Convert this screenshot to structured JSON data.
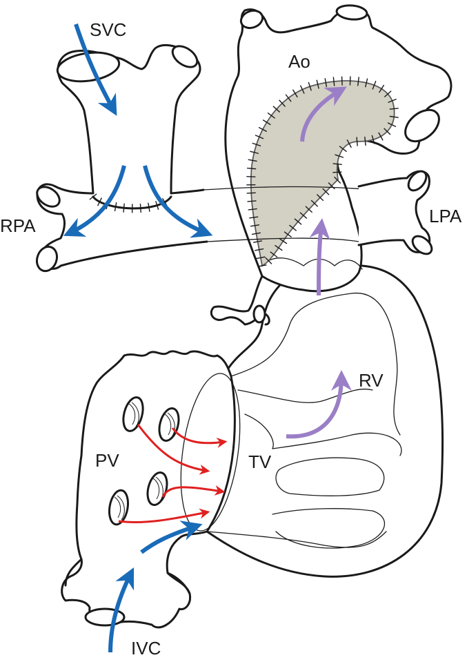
{
  "labels": {
    "svc": "SVC",
    "ao": "Ao",
    "rpa": "RPA",
    "lpa": "LPA",
    "rv": "RV",
    "pv": "PV",
    "tv": "TV",
    "ivc": "IVC"
  },
  "colors": {
    "systemic_venous_flow": "#1a6bb8",
    "pulmonary_venous_flow": "#e02020",
    "rv_outflow": "#9b7fc6",
    "patch_fill": "#d3d0c4",
    "outline": "#1a1a1a"
  },
  "flows": [
    {
      "name": "svc-inflow",
      "color_key": "systemic_venous_flow"
    },
    {
      "name": "svc-to-rpa-left",
      "color_key": "systemic_venous_flow"
    },
    {
      "name": "svc-to-rpa-right",
      "color_key": "systemic_venous_flow"
    },
    {
      "name": "ivc-inflow",
      "color_key": "systemic_venous_flow"
    },
    {
      "name": "pv-flow-1",
      "color_key": "pulmonary_venous_flow"
    },
    {
      "name": "pv-flow-2",
      "color_key": "pulmonary_venous_flow"
    },
    {
      "name": "pv-flow-3",
      "color_key": "pulmonary_venous_flow"
    },
    {
      "name": "pv-flow-4",
      "color_key": "pulmonary_venous_flow"
    },
    {
      "name": "rv-inflow",
      "color_key": "rv_outflow"
    },
    {
      "name": "rv-to-ao",
      "color_key": "rv_outflow"
    },
    {
      "name": "ao-outflow",
      "color_key": "rv_outflow"
    }
  ]
}
